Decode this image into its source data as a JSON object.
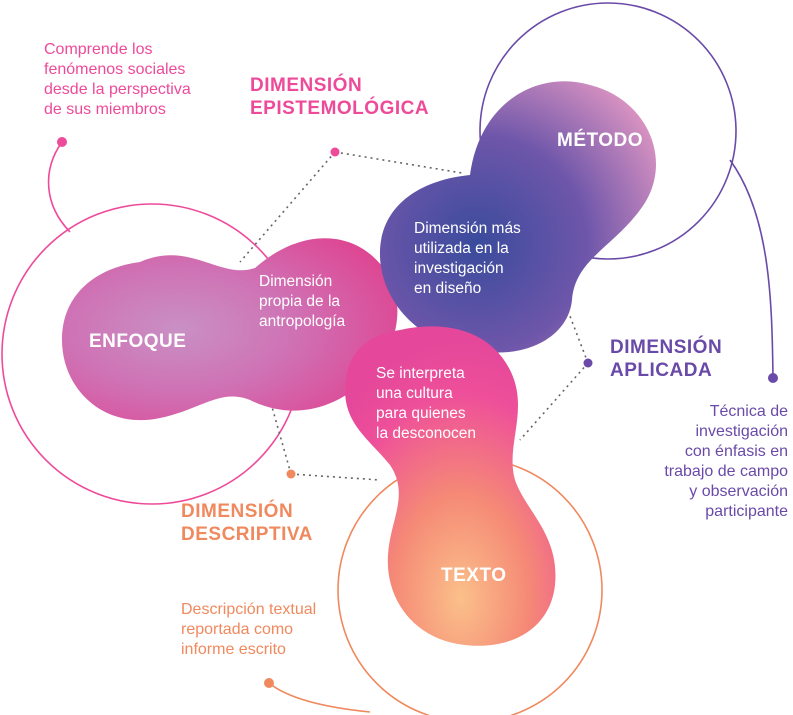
{
  "accent_colors": {
    "pink": "#ee4a9a",
    "purple": "#6a4aa8",
    "orange": "#f0895e",
    "blue": "#3d4ea0"
  },
  "dimensions": {
    "epistemologica": {
      "title_line1": "DIMENSIÓN",
      "title_line2": "EPISTEMOLÓGICA",
      "note": [
        "Comprende los",
        "fenómenos sociales",
        "desde la perspectiva",
        "de sus miembros"
      ]
    },
    "aplicada": {
      "title_line1": "DIMENSIÓN",
      "title_line2": "APLICADA",
      "note": [
        "Técnica de",
        "investigación",
        "con énfasis en",
        "trabajo de campo",
        "y observación",
        "participante"
      ]
    },
    "descriptiva": {
      "title_line1": "DIMENSIÓN",
      "title_line2": "DESCRIPTIVA",
      "note": [
        "Descripción textual",
        "reportada como",
        "informe escrito"
      ]
    }
  },
  "blobs": {
    "enfoque": {
      "label": "ENFOQUE",
      "text": [
        "Dimensión",
        "propia de la",
        "antropología"
      ]
    },
    "metodo": {
      "label": "MÉTODO",
      "text": [
        "Dimensión más",
        "utilizada en la",
        "investigación",
        "en diseño"
      ]
    },
    "texto": {
      "label": "TEXTO",
      "text": [
        "Se interpreta",
        "una cultura",
        "para quienes",
        "la desconocen"
      ]
    }
  }
}
